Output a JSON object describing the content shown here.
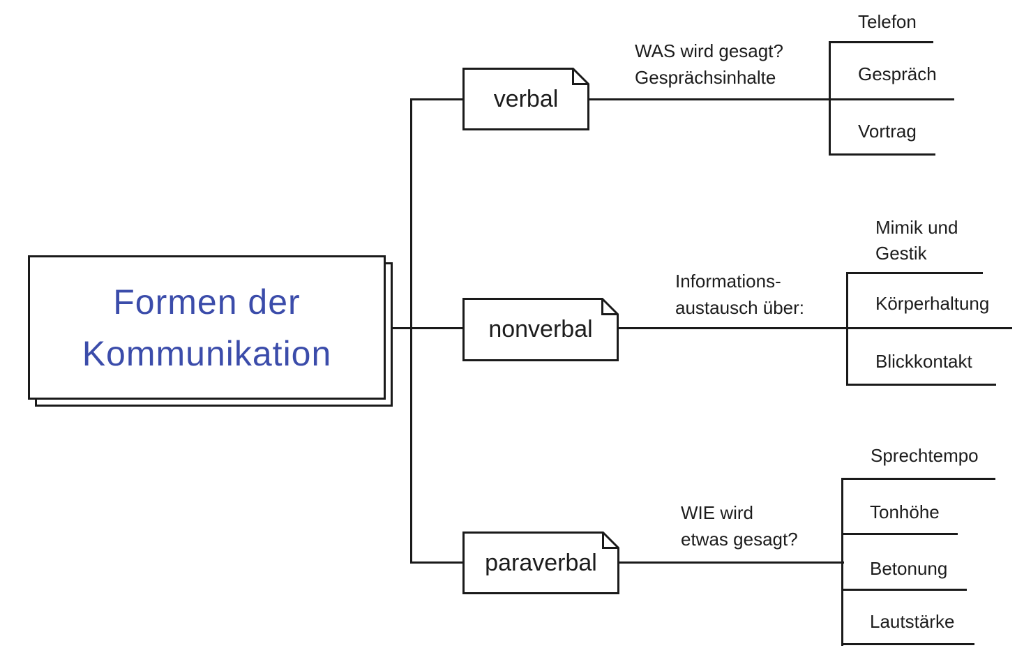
{
  "colors": {
    "line": "#1a1a1a",
    "text": "#1c1c1c",
    "title_blue": "#3b4caa",
    "background": "#ffffff"
  },
  "root": {
    "title": "Formen der\nKommunikation"
  },
  "branches": [
    {
      "label": "verbal",
      "annotation": "WAS wird gesagt?\nGesprächsinhalte",
      "leaves": [
        "Telefon",
        "Gespräch",
        "Vortrag"
      ]
    },
    {
      "label": "nonverbal",
      "annotation": "Informations-\naustausch über:",
      "leaves": [
        "Mimik und\nGestik",
        "Körperhaltung",
        "Blickkontakt"
      ]
    },
    {
      "label": "paraverbal",
      "annotation": "WIE wird\netwas gesagt?",
      "leaves": [
        "Sprechtempo",
        "Tonhöhe",
        "Betonung",
        "Lautstärke"
      ]
    }
  ]
}
